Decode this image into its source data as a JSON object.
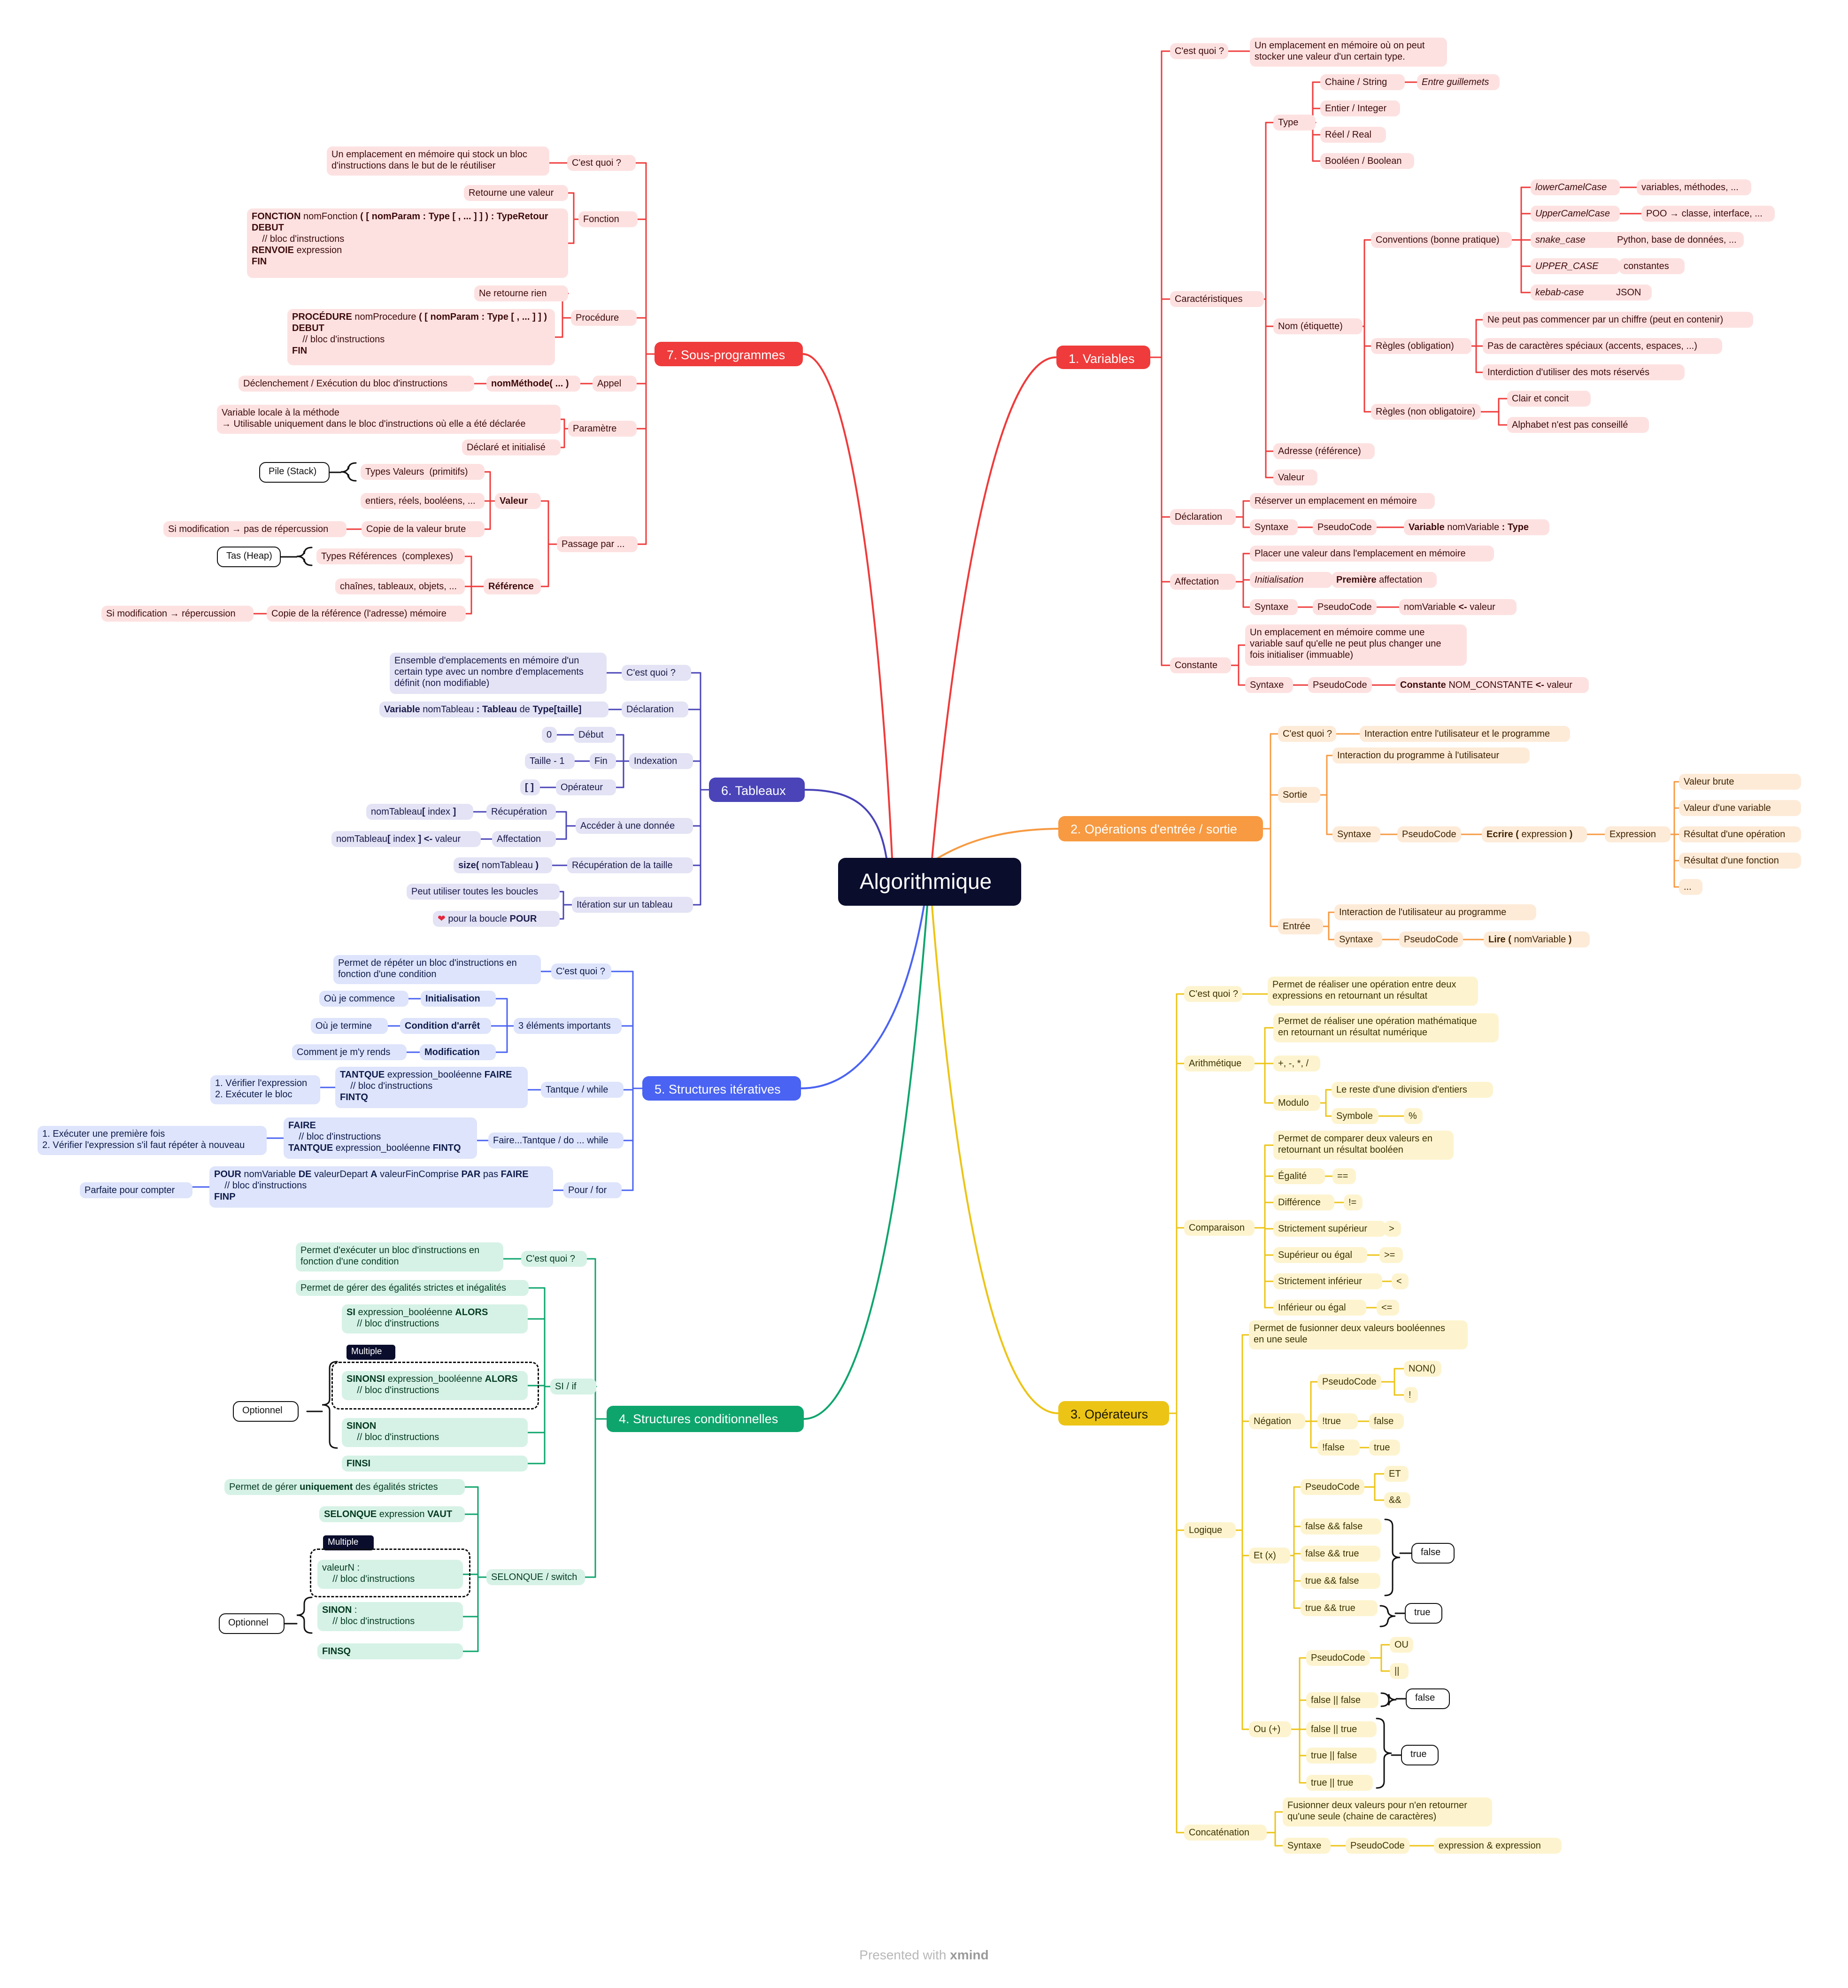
{
  "title": "Algorithmique",
  "watermark": {
    "prefix": "Presented with",
    "brand": "xmind"
  },
  "colors": {
    "red": "#ef3b3b",
    "orange": "#f79a42",
    "yellow": "#f1c40f",
    "green": "#0ea56d",
    "blue": "#4a63f2",
    "purple": "#4a44b8",
    "central": "#0a0d2c"
  },
  "branches": {
    "variables": "1. Variables",
    "io": "2. Opérations d'entrée / sortie",
    "ops": "3. Opérateurs",
    "cond": "4. Structures conditionnelles",
    "iter": "5. Structures itératives",
    "arrays": "6. Tableaux",
    "subs": "7. Sous-programmes"
  },
  "variables": {
    "cest": "C'est quoi ?",
    "cest_def": "Un emplacement en mémoire où on peut\nstocker une valeur d'un certain type.",
    "carac": "Caractéristiques",
    "type": "Type",
    "types": [
      "Chaine / String",
      "Entier / Integer",
      "Réel / Real",
      "Booléen / Boolean"
    ],
    "entre_guillemets": "Entre guillemets",
    "nom": "Nom (étiquette)",
    "conventions": "Conventions (bonne pratique)",
    "conv_names": [
      "lowerCamelCase",
      "UpperCamelCase",
      "snake_case",
      "UPPER_CASE",
      "kebab-case"
    ],
    "conv_uses": [
      "variables, méthodes, ...",
      "POO → classe, interface, ...",
      "Python, base de données, ...",
      "constantes",
      "JSON"
    ],
    "regles_oblig": "Règles (obligation)",
    "regles_oblig_items": [
      "Ne peut pas commencer par un chiffre (peut en contenir)",
      "Pas de caractères spéciaux (accents, espaces, ...)",
      "Interdiction d'utiliser des mots réservés"
    ],
    "regles_non": "Règles (non obligatoire)",
    "regles_non_items": [
      "Clair et concit",
      "Alphabet n'est pas conseillé"
    ],
    "adresse": "Adresse (référence)",
    "valeur": "Valeur",
    "declaration": "Déclaration",
    "decl_reserve": "Réserver un emplacement en mémoire",
    "syntaxe": "Syntaxe",
    "pseudocode": "PseudoCode",
    "decl_kw": "Variable",
    "decl_rest": " nomVariable ",
    "decl_type": ": Type",
    "affectation": "Affectation",
    "aff_placer": "Placer une valeur dans l'emplacement en mémoire",
    "initialisation": "Initialisation",
    "premiere": "Première",
    "affectation_word": " affectation",
    "aff_code_a": "nomVariable ",
    "aff_code_b": "<-",
    "aff_code_c": " valeur",
    "constante": "Constante",
    "const_def": "Un emplacement en mémoire comme une\nvariable sauf qu'elle ne peut plus changer une\nfois initialiser (immuable)",
    "const_kw": "Constante",
    "const_code_a": " NOM_CONSTANTE ",
    "const_code_b": "<-",
    "const_code_c": " valeur"
  },
  "io": {
    "cest": "C'est quoi ?",
    "cest_def": "Interaction entre l'utilisateur et le programme",
    "sortie": "Sortie",
    "sortie_def": "Interaction du programme à l'utilisateur",
    "syntaxe": "Syntaxe",
    "pseudocode": "PseudoCode",
    "ecrire_a": "Ecrire ( ",
    "ecrire_b": "expression",
    "ecrire_c": " )",
    "expression": "Expression",
    "expr_items": [
      "Valeur brute",
      "Valeur d'une variable",
      "Résultat d'une opération",
      "Résultat d'une fonction",
      "..."
    ],
    "entree": "Entrée",
    "entree_def": "Interaction de l'utilisateur au programme",
    "lire_a": "Lire ( ",
    "lire_b": "nomVariable",
    "lire_c": " )"
  },
  "ops": {
    "cest": "C'est quoi ?",
    "cest_def": "Permet de réaliser une opération entre deux\nexpressions en retournant un résultat",
    "arith": "Arithmétique",
    "arith_def": "Permet de réaliser une opération mathématique\nen retournant un résultat numérique",
    "arith_ops": "+, -, *, /",
    "modulo": "Modulo",
    "modulo_def": "Le reste d'une division d'entiers",
    "symbole": "Symbole",
    "percent": "%",
    "comp": "Comparaison",
    "comp_def": "Permet de comparer deux valeurs en\nretournant un résultat booléen",
    "comp_names": [
      "Égalité",
      "Différence",
      "Strictement supérieur",
      "Supérieur ou égal",
      "Strictement inférieur",
      "Inférieur ou égal"
    ],
    "comp_syms": [
      "==",
      "!=",
      ">",
      ">=",
      "<",
      "<="
    ],
    "logique": "Logique",
    "logique_def": "Permet de fusionner deux valeurs booléennes\nen une seule",
    "negation": "Négation",
    "pseudocode": "PseudoCode",
    "non": "NON()",
    "bang": "!",
    "not_true": "!true",
    "not_false": "!false",
    "false_w": "false",
    "true_w": "true",
    "et": "Et (x)",
    "et_word": "ET",
    "et_sym": "&&",
    "et_cases": [
      "false && false",
      "false && true",
      "true && false",
      "true && true"
    ],
    "ou": "Ou (+)",
    "ou_word": "OU",
    "ou_sym": "||",
    "ou_cases": [
      "false || false",
      "false || true",
      "true || false",
      "true || true"
    ],
    "concat": "Concaténation",
    "concat_def": "Fusionner deux valeurs pour n'en retourner\nqu'une seule (chaine de caractères)",
    "syntaxe": "Syntaxe",
    "concat_code": "expression & expression"
  },
  "cond": {
    "cest": "C'est quoi ?",
    "cest_def": "Permet d'exécuter un bloc d'instructions en\nfonction d'une condition",
    "si": "SI / if",
    "si_def": "Permet de gérer des égalités strictes et inégalités",
    "si_code_kw": "SI",
    "si_code_mid": " expression_booléenne ",
    "si_code_kw2": "ALORS",
    "bloc": "    // bloc d'instructions",
    "multiple": "Multiple",
    "sinonsi_kw": "SINONSI",
    "sinon_kw": "SINON",
    "finsi": "FINSI",
    "optionnel": "Optionnel",
    "selonque": "SELONQUE / switch",
    "sq_def_a": "Permet de gérer ",
    "sq_def_b": "uniquement",
    "sq_def_c": " des égalités strictes",
    "sq_kw": "SELONQUE",
    "sq_mid": " expression ",
    "sq_kw2": "VAUT",
    "valeurN": "valeurN :",
    "sinon_colon": " :",
    "finsq": "FINSQ"
  },
  "iter": {
    "cest": "C'est quoi ?",
    "cest_def": "Permet de répéter un bloc d'instructions en\nfonction d'une condition",
    "trois": "3 éléments importants",
    "init": "Initialisation",
    "init_d": "Où je commence",
    "cond": "Condition d'arrêt",
    "cond_d": "Où je termine",
    "modif": "Modification",
    "modif_d": "Comment je m'y rends",
    "tantque": "Tantque / while",
    "tq_kw": "TANTQUE",
    "tq_mid": " expression_booléenne ",
    "tq_kw2": "FAIRE",
    "bloc": "    // bloc d'instructions",
    "fintq": "FINTQ",
    "tq_note": "1. Vérifier l'expression\n2. Exécuter le bloc",
    "faire": "Faire...Tantque / do ... while",
    "faire_kw": "FAIRE",
    "faire_note": "1. Exécuter une première fois\n2. Vérifier l'expression s'il faut répéter à nouveau",
    "pour": "Pour / for",
    "pour_kw": "POUR",
    "pour_a": " nomVariable ",
    "pour_de": "DE",
    "pour_b": " valeurDepart ",
    "pour_aa": "A",
    "pour_c": " valeurFinComprise ",
    "pour_par": "PAR",
    "pour_d": " pas ",
    "pour_faire": "FAIRE",
    "finp": "FINP",
    "pour_note": "Parfaite pour compter"
  },
  "arrays": {
    "cest": "C'est quoi ?",
    "cest_def": "Ensemble d'emplacements en mémoire d'un\ncertain type avec un nombre d'emplacements\ndéfinit (non modifiable)",
    "declaration": "Déclaration",
    "decl_kw": "Variable",
    "decl_a": " nomTableau ",
    "decl_b": ": Tableau",
    "decl_c": " de ",
    "decl_d": "Type[taille]",
    "indexation": "Indexation",
    "debut": "Début",
    "zero": "0",
    "fin": "Fin",
    "taille": "Taille - 1",
    "operateur": "Opérateur",
    "brackets": "[ ]",
    "acceder": "Accéder à une donnée",
    "recup": "Récupération",
    "recup_a": "nomTableau",
    "recup_b": "[",
    "recup_c": " index ",
    "recup_d": "]",
    "affectation": "Affectation",
    "aff_tail": " <-",
    "aff_val": " valeur",
    "taille_recup": "Récupération de la taille",
    "size_a": "size(",
    "size_b": " nomTableau ",
    "size_c": ")",
    "iteration": "Itération sur un tableau",
    "iter_note": "Peut utiliser toutes les boucles",
    "heart": "❤",
    "iter_pour_a": " pour la boucle ",
    "iter_pour_b": "POUR"
  },
  "subs": {
    "cest": "C'est quoi ?",
    "cest_def": "Un emplacement en mémoire qui stock un bloc\nd'instructions dans le but de le réutiliser",
    "fonction": "Fonction",
    "retourne": "Retourne une valeur",
    "fn_kw": "FONCTION",
    "fn_name": " nomFonction ",
    "fn_p": "( [ nomParam : Type [ , ... ] ] ) : TypeRetour",
    "debut": "DEBUT",
    "bloc": "    // bloc d'instructions",
    "renvoie": "RENVOIE",
    "renvoie_tail": " expression",
    "fin": "FIN",
    "procedure": "Procédure",
    "ne_retourne": "Ne retourne rien",
    "pr_kw": "PROCÉDURE",
    "pr_name": " nomProcedure ",
    "pr_p": "( [ nomParam : Type [ , ... ] ] )",
    "appel": "Appel",
    "appel_def": "Déclenchement / Exécution du bloc d'instructions",
    "appel_code": "nomMéthode( ... )",
    "parametre": "Paramètre",
    "param_def": "Variable locale à la méthode\n→ Utilisable uniquement dans le bloc d'instructions où elle a été déclarée",
    "param_init": "Déclaré et initialisé",
    "passage": "Passage par ...",
    "valeur": "Valeur",
    "val_types": "Types Valeurs  (primitifs)",
    "val_examples": "entiers, réels, booléens, ...",
    "val_copy": "Copie de la valeur brute",
    "val_mod": "Si modification → pas de répercussion",
    "pile": "Pile (Stack)",
    "reference": "Référence",
    "ref_types": "Types Références  (complexes)",
    "ref_examples": "chaînes, tableaux, objets, ...",
    "ref_copy": "Copie de la référence (l'adresse) mémoire",
    "ref_mod": "Si modification → répercussion",
    "tas": "Tas (Heap)"
  }
}
